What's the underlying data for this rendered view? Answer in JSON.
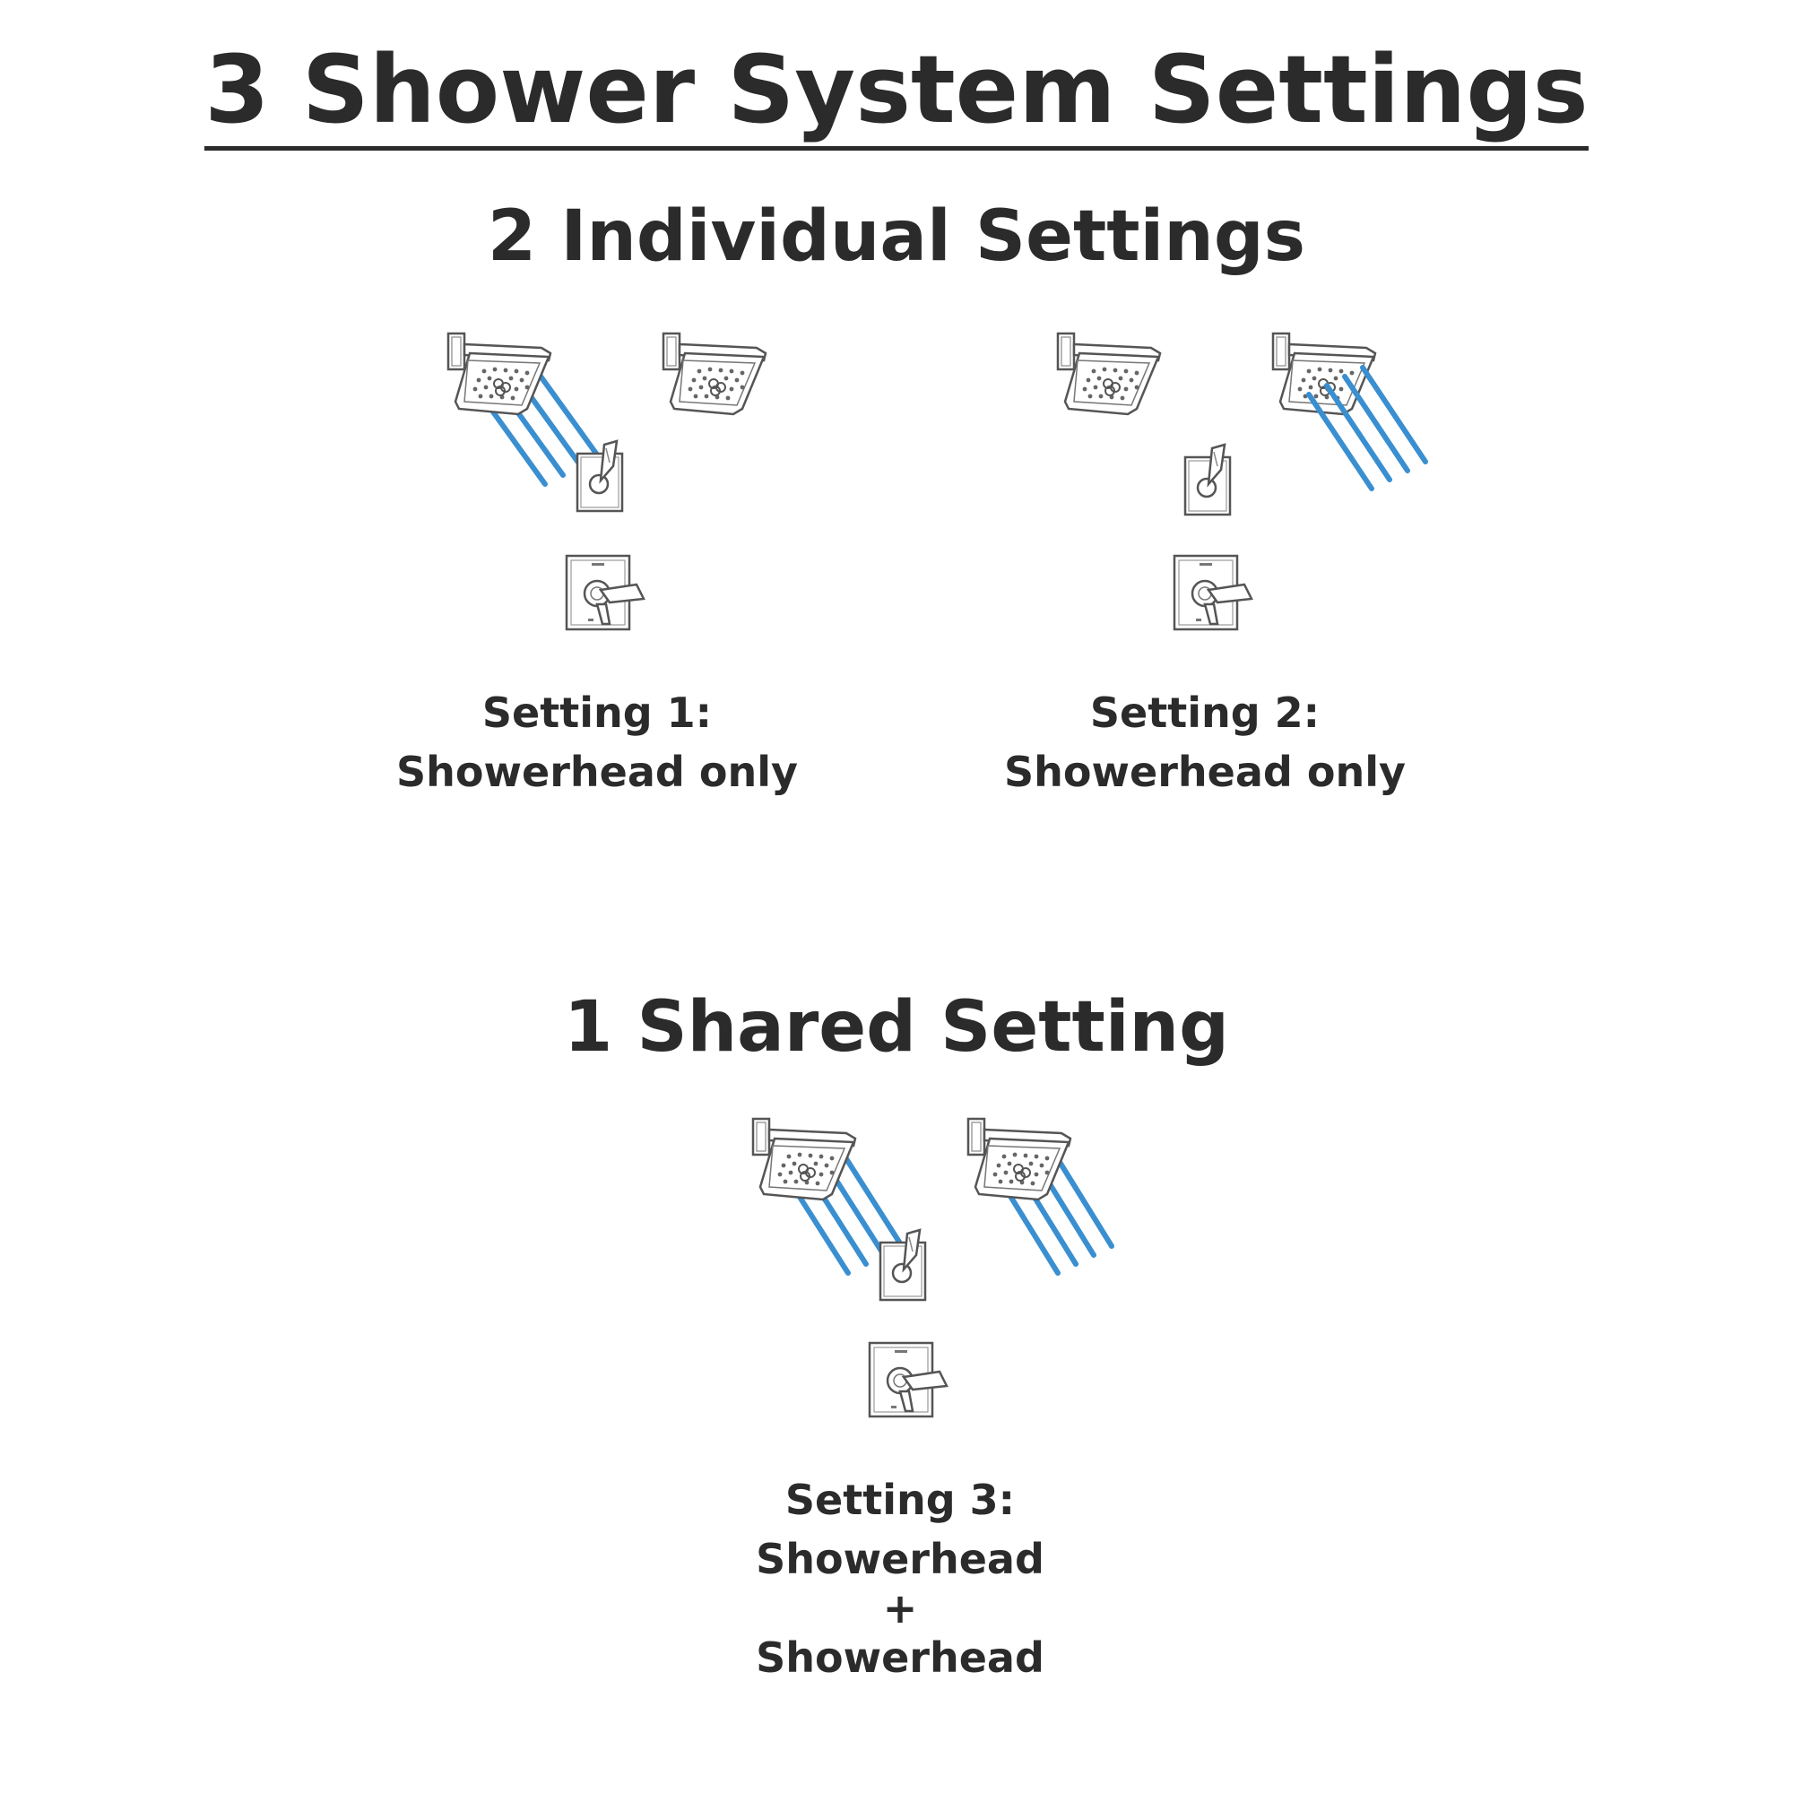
{
  "title": "3 Shower System Settings",
  "individual": {
    "heading": "2 Individual Settings",
    "setting1": {
      "name": "Setting 1:",
      "desc": "Showerhead only"
    },
    "setting2": {
      "name": "Setting 2:",
      "desc": "Showerhead only"
    }
  },
  "shared": {
    "heading": "1 Shared Setting",
    "setting3": {
      "name": "Setting 3:",
      "line1": "Showerhead",
      "plus": "+",
      "line2": "Showerhead"
    }
  },
  "colors": {
    "water": "#3a8fd0",
    "line": "#555555",
    "text": "#2b2b2b"
  },
  "icons": [
    "showerhead-icon",
    "diverter-handle-icon",
    "valve-trim-icon"
  ]
}
